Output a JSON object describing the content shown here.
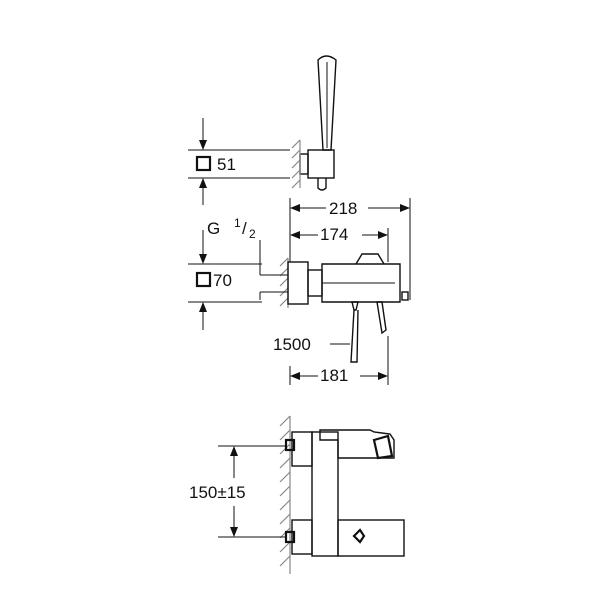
{
  "dimensions": {
    "square_51": "51",
    "thread_g": "G",
    "thread_num": "1",
    "thread_den": "2",
    "square_70": "70",
    "width_218": "218",
    "width_174": "174",
    "hose_1500": "1500",
    "width_181": "181",
    "centers_150": "150±15"
  }
}
